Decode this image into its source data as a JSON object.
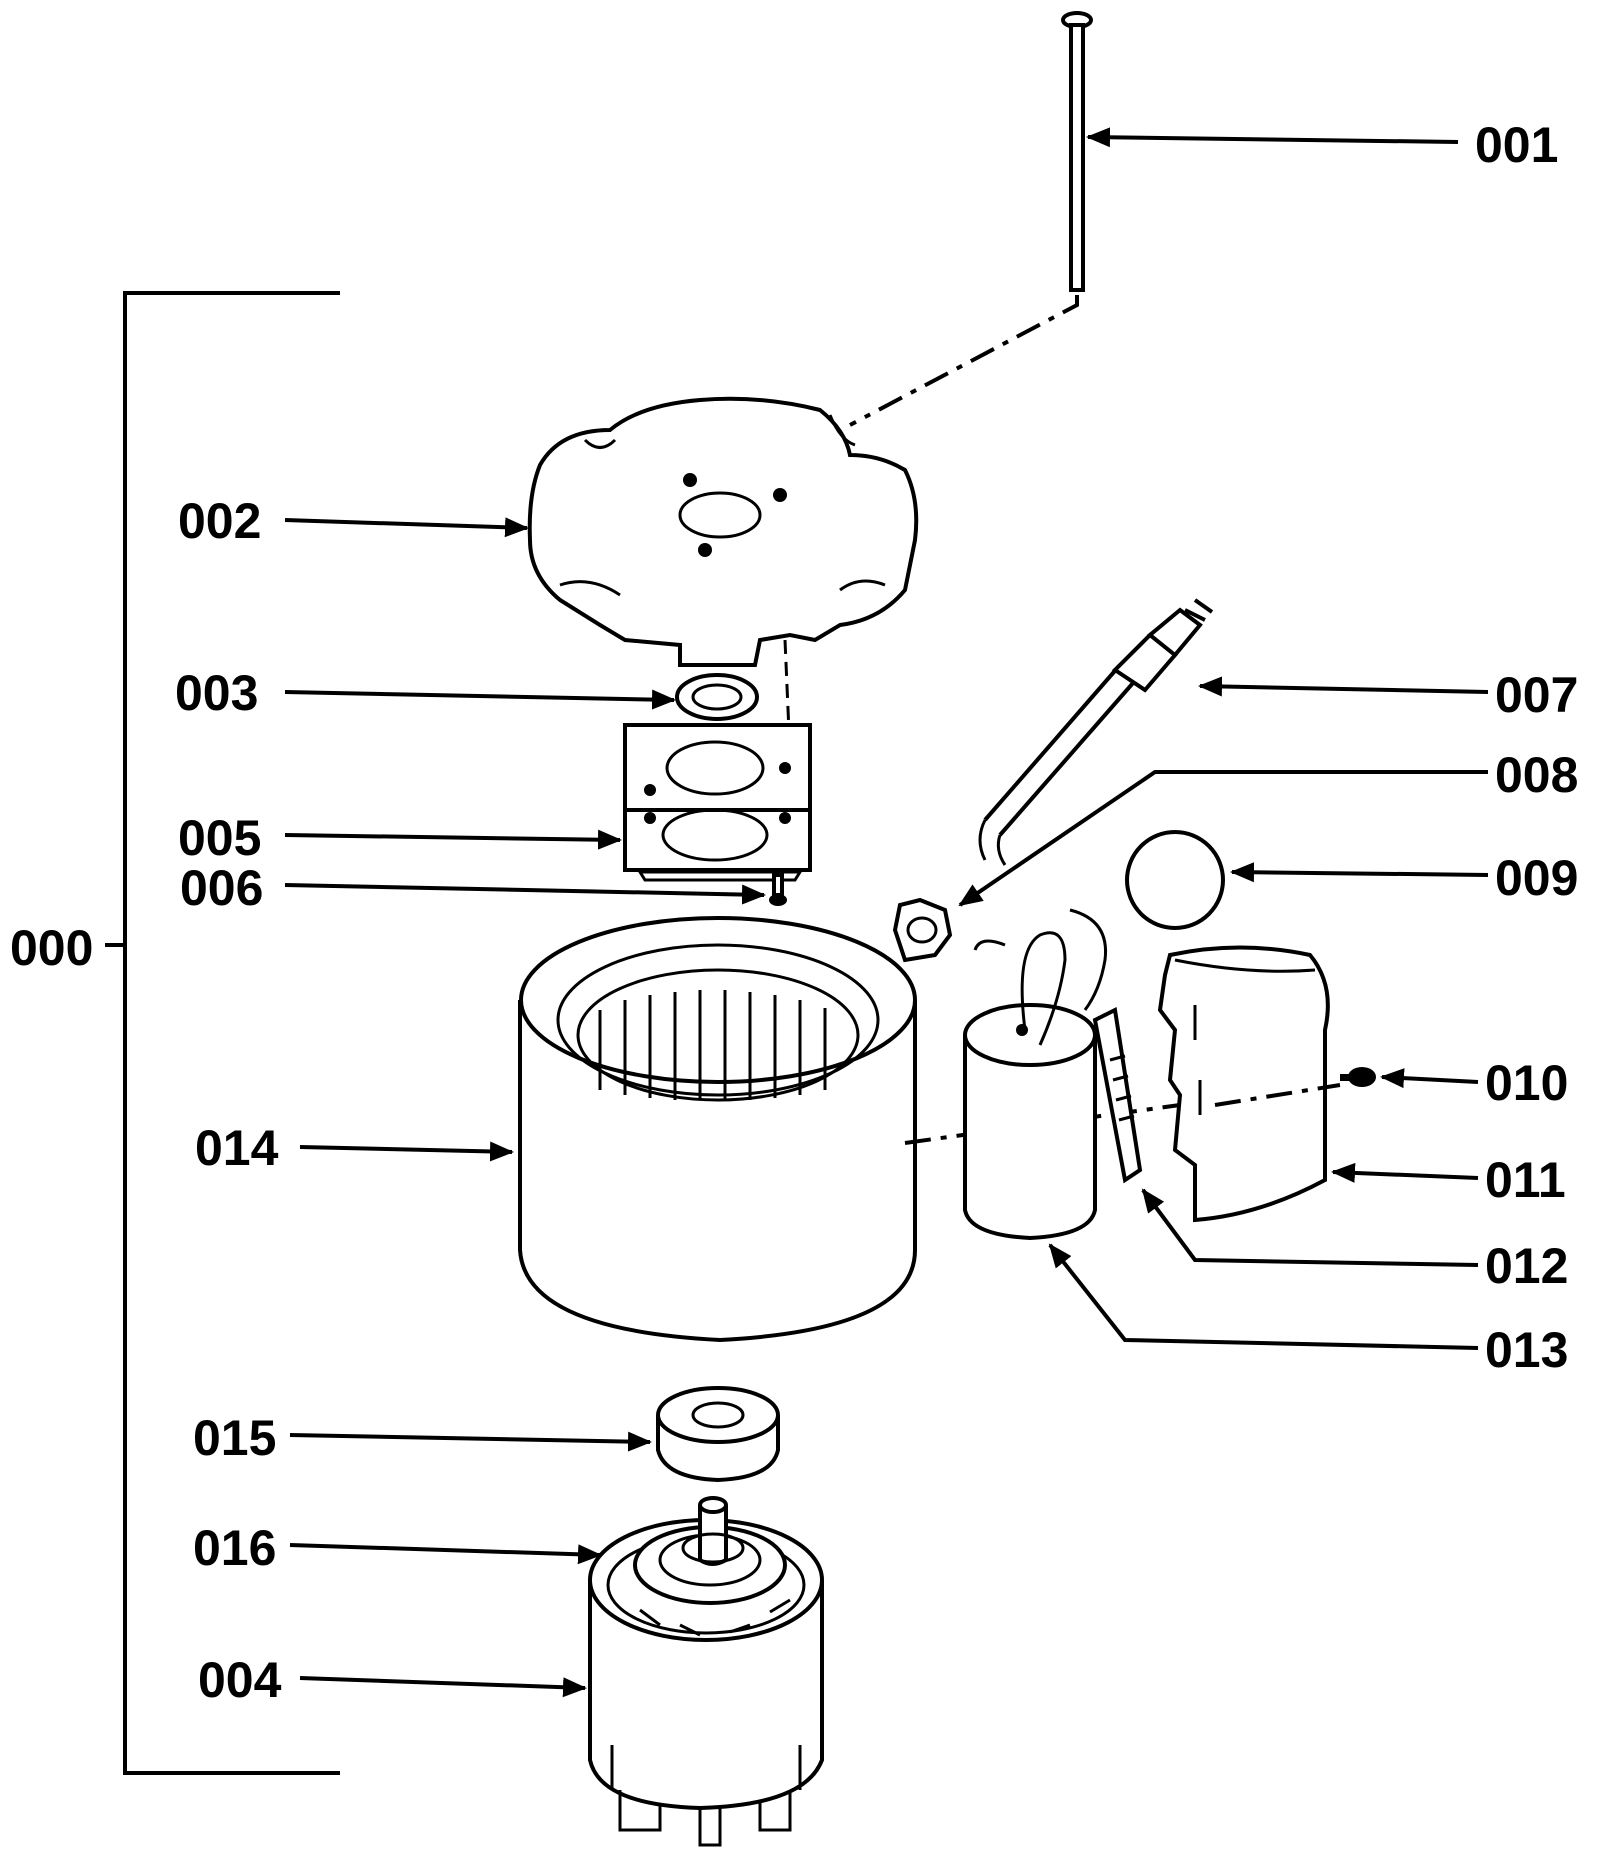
{
  "colors": {
    "ink": "#000000",
    "paper": "#ffffff"
  },
  "callouts": [
    {
      "id": "001",
      "label": "001"
    },
    {
      "id": "002",
      "label": "002"
    },
    {
      "id": "003",
      "label": "003"
    },
    {
      "id": "004",
      "label": "004"
    },
    {
      "id": "005",
      "label": "005"
    },
    {
      "id": "006",
      "label": "006"
    },
    {
      "id": "007",
      "label": "007"
    },
    {
      "id": "008",
      "label": "008"
    },
    {
      "id": "009",
      "label": "009"
    },
    {
      "id": "010",
      "label": "010"
    },
    {
      "id": "011",
      "label": "011"
    },
    {
      "id": "012",
      "label": "012"
    },
    {
      "id": "013",
      "label": "013"
    },
    {
      "id": "014",
      "label": "014"
    },
    {
      "id": "015",
      "label": "015"
    },
    {
      "id": "016",
      "label": "016"
    },
    {
      "id": "000",
      "label": "000"
    }
  ]
}
